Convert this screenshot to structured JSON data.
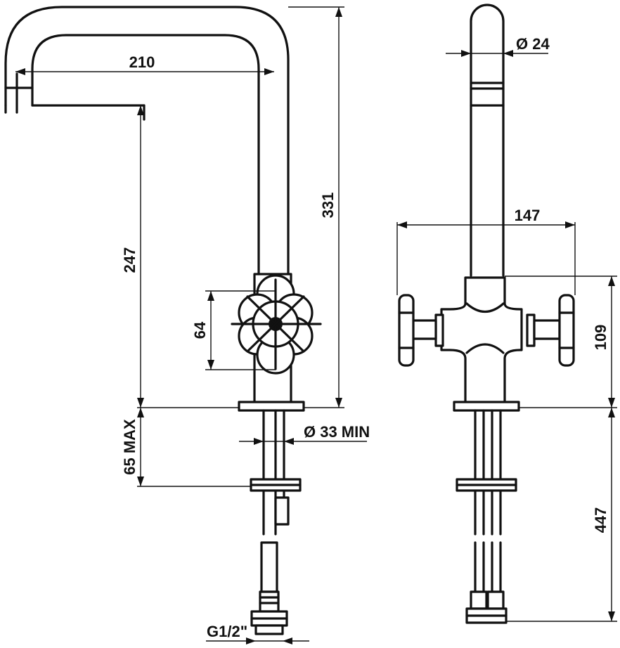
{
  "dimensions": {
    "spout_reach": "210",
    "total_height": "331",
    "spout_height": "247",
    "handle_height": "64",
    "max_deck_thickness": "65 MAX",
    "hole_diameter": "Ø 33 MIN",
    "connection_thread": "G1/2\"",
    "spout_diameter": "Ø 24",
    "handles_width": "147",
    "body_height": "109",
    "hose_length": "447"
  },
  "colors": {
    "line": "#111111",
    "background": "#ffffff"
  }
}
